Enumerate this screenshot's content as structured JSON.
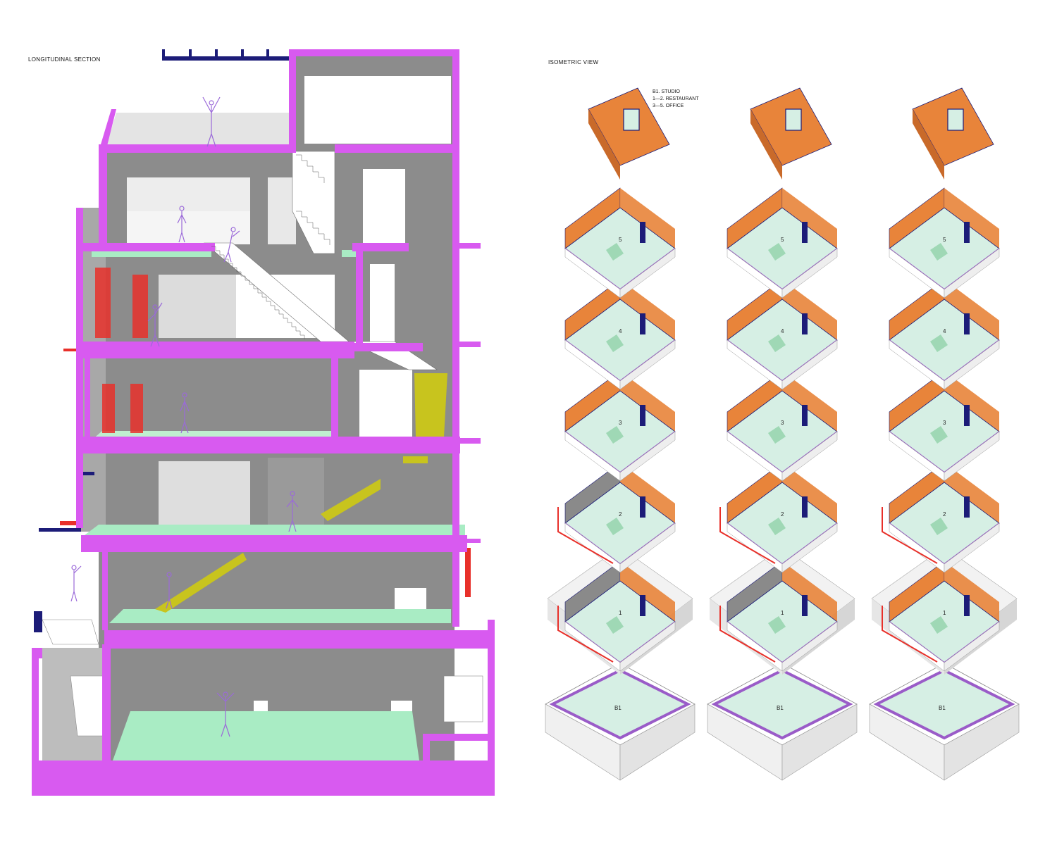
{
  "titles": {
    "section": "LONGITUDINAL SECTION",
    "isometric": "ISOMETRIC VIEW"
  },
  "legend": [
    "B1. STUDIO",
    "1—2. RESTAURANT",
    "3—5. OFFICE"
  ],
  "floor_labels": [
    "B1",
    "1",
    "2",
    "3",
    "4",
    "5"
  ],
  "colors": {
    "section_cut": "#d85af0",
    "wall_grey": "#8c8c8c",
    "light_grey": "#d4d4d4",
    "floor_mint": "#a9ecc4",
    "stair_yellow": "#c8c41e",
    "brick_orange": "#e8843a",
    "steel_navy": "#1c1c78",
    "accent_red": "#e8302a",
    "iso_floor": "#d6efe4",
    "iso_purple": "#9a5cc8"
  }
}
